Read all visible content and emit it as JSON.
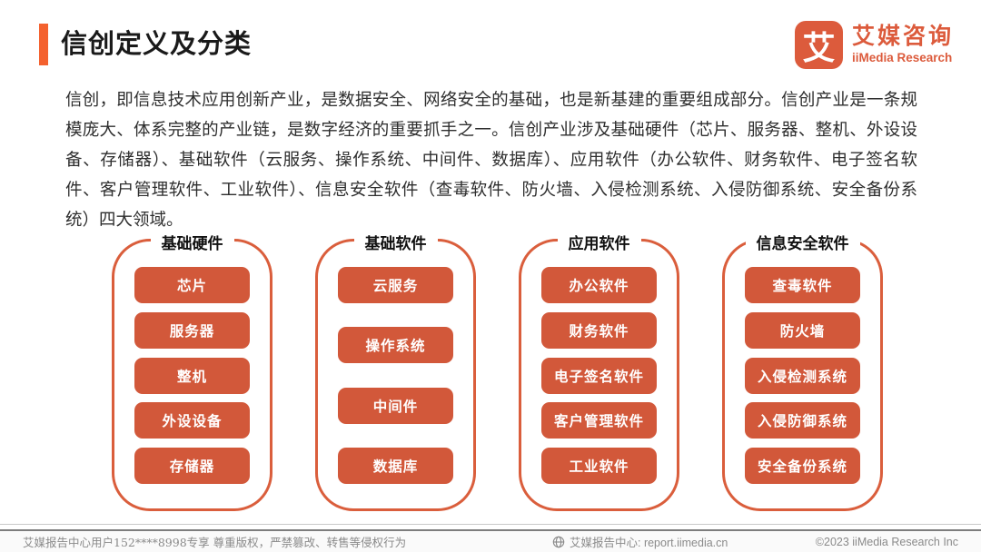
{
  "header": {
    "title": "信创定义及分类"
  },
  "brand": {
    "mark": "艾",
    "name_cn": "艾媒咨询",
    "name_en": "iiMedia Research",
    "color": "#dc5b3c"
  },
  "intro": "信创，即信息技术应用创新产业，是数据安全、网络安全的基础，也是新基建的重要组成部分。信创产业是一条规模庞大、体系完整的产业链，是数字经济的重要抓手之一。信创产业涉及基础硬件（芯片、服务器、整机、外设设备、存储器）、基础软件（云服务、操作系统、中间件、数据库）、应用软件（办公软件、财务软件、电子签名软件、客户管理软件、工业软件）、信息安全软件（查毒软件、防火墙、入侵检测系统、入侵防御系统、安全备份系统）四大领域。",
  "columns": [
    {
      "title": "基础硬件",
      "items": [
        "芯片",
        "服务器",
        "整机",
        "外设设备",
        "存储器"
      ]
    },
    {
      "title": "基础软件",
      "items": [
        "云服务",
        "操作系统",
        "中间件",
        "数据库"
      ]
    },
    {
      "title": "应用软件",
      "items": [
        "办公软件",
        "财务软件",
        "电子签名软件",
        "客户管理软件",
        "工业软件"
      ]
    },
    {
      "title": "信息安全软件",
      "items": [
        "查毒软件",
        "防火墙",
        "入侵检测系统",
        "入侵防御系统",
        "安全备份系统"
      ]
    }
  ],
  "footer": {
    "left": "艾媒报告中心用户152****8998专享 尊重版权，严禁篡改、转售等侵权行为",
    "center": "艾媒报告中心: report.iimedia.cn",
    "right": "©2023  iiMedia Research  Inc"
  },
  "colors": {
    "accent_bar": "#f4612e",
    "chip_fill": "#d2583a",
    "column_outline": "#da5e3c",
    "footer_text": "#8a8a8a"
  }
}
